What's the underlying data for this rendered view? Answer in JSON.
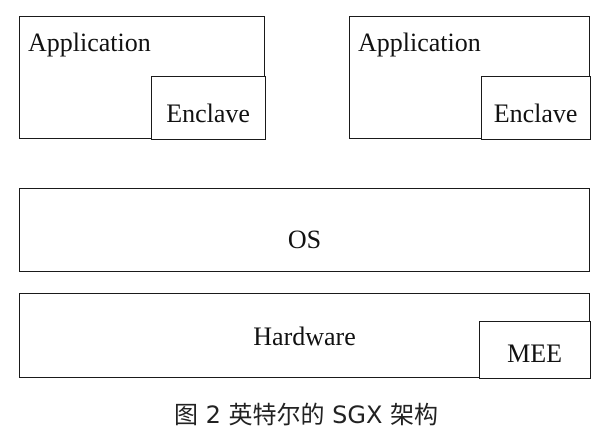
{
  "diagram": {
    "applications": [
      {
        "label": "Application",
        "enclave_label": "Enclave"
      },
      {
        "label": "Application",
        "enclave_label": "Enclave"
      }
    ],
    "os_label": "OS",
    "hardware_label": "Hardware",
    "mee_label": "MEE"
  },
  "caption": "图 2 英特尔的 SGX 架构",
  "colors": {
    "stroke": "#1a1a1a",
    "background": "#ffffff",
    "text": "#111111"
  }
}
